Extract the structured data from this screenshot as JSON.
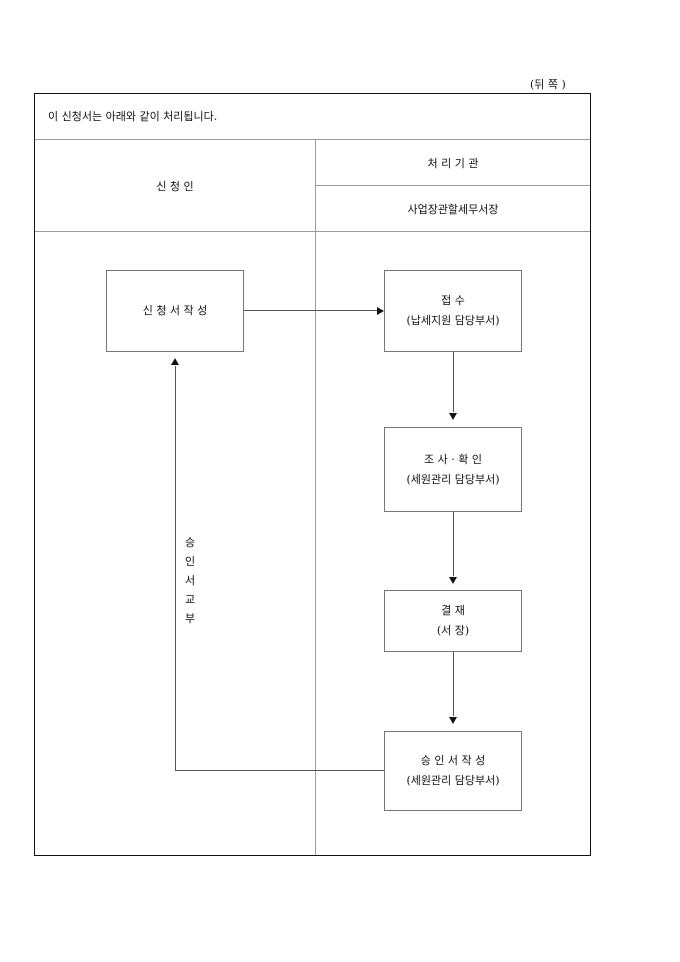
{
  "side_label": "(뒤  쪽 )",
  "notice": "이 신청서는 아래와 같이 처리됩니다.",
  "columns": {
    "applicant": "신 청 인",
    "agency": "처 리 기 관",
    "agency_sub": "사업장관할세무서장"
  },
  "flow": {
    "apply": {
      "title": "신 청 서 작 성"
    },
    "receive": {
      "title": "접 수",
      "dept": "(납세지원 담당부서)"
    },
    "review": {
      "title": "조 사 · 확 인",
      "dept": "(세원관리 담당부서)"
    },
    "approve": {
      "title": "결 재",
      "dept": "(서 장)"
    },
    "issue": {
      "title": "승 인 서 작 성",
      "dept": "(세원관리 담당부서)"
    },
    "return_label": [
      "승",
      "인",
      "서",
      "교",
      "부"
    ]
  }
}
